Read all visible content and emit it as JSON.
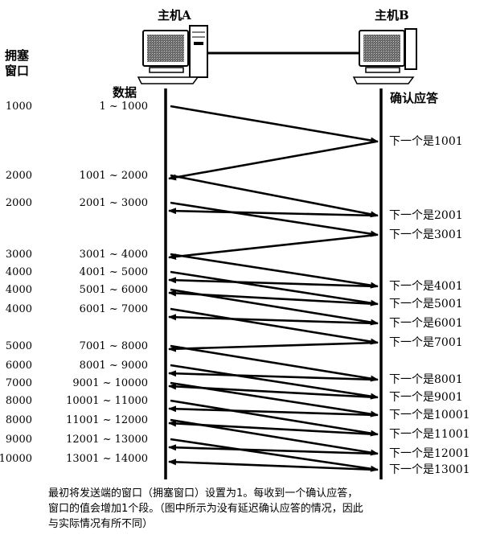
{
  "hostA": {
    "label": "主机A"
  },
  "hostB": {
    "label": "主机B"
  },
  "headers": {
    "cwnd_line1": "拥塞",
    "cwnd_line2": "窗口",
    "data": "数据",
    "ack": "确认应答"
  },
  "rows": [
    {
      "cwnd": "1000",
      "range": "1 ~ 1000"
    },
    {
      "cwnd": "2000",
      "range": "1001 ~ 2000"
    },
    {
      "cwnd": "2000",
      "range": "2001 ~ 3000"
    },
    {
      "cwnd": "3000",
      "range": "3001 ~ 4000"
    },
    {
      "cwnd": "4000",
      "range": "4001 ~ 5000"
    },
    {
      "cwnd": "4000",
      "range": "5001 ~ 6000"
    },
    {
      "cwnd": "4000",
      "range": "6001 ~ 7000"
    },
    {
      "cwnd": "5000",
      "range": "7001 ~ 8000"
    },
    {
      "cwnd": "6000",
      "range": "8001 ~ 9000"
    },
    {
      "cwnd": "7000",
      "range": "9001 ~ 10000"
    },
    {
      "cwnd": "8000",
      "range": "10001 ~ 11000"
    },
    {
      "cwnd": "8000",
      "range": "11001 ~ 12000"
    },
    {
      "cwnd": "9000",
      "range": "12001 ~ 13000"
    },
    {
      "cwnd": "10000",
      "range": "13001 ~ 14000"
    }
  ],
  "acks": [
    "下一个是1001",
    "下一个是2001",
    "下一个是3001",
    "下一个是4001",
    "下一个是5001",
    "下一个是6001",
    "下一个是7001",
    "下一个是8001",
    "下一个是9001",
    "下一个是10001",
    "下一个是11001",
    "下一个是12001",
    "下一个是13001"
  ],
  "caption": [
    "最初将发送端的窗口（拥塞窗口）设置为1。每收到一个确认应答，",
    "窗口的值会增加1个段。（图中所示为没有延迟确认应答的情况，因此",
    "与实际情况有所不同）"
  ]
}
